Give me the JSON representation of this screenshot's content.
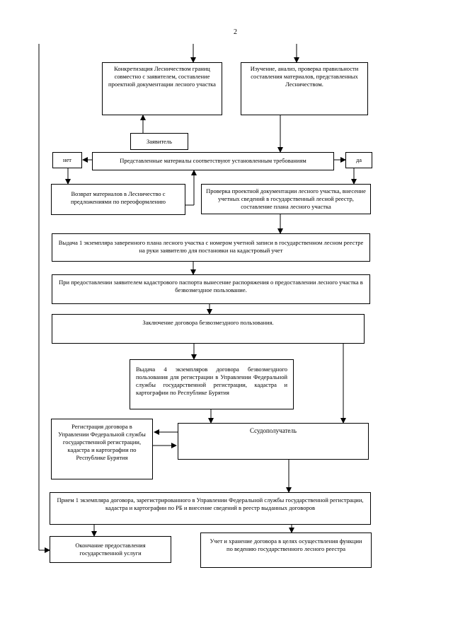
{
  "page_number": "2",
  "boxes": {
    "concretize": "Конкретизация Лесничеством границ совместно с заявителем, составление проектной документации лесного участка",
    "study": "Изучение, анализ, проверка правильности составления материалов, представленных Лесничеством.",
    "applicant": "Заявитель",
    "no": "нет",
    "condition": "Представленные материалы соответствуют установленным требованиям",
    "yes": "да",
    "return": "Возврат материалов в Лесничество с предложениями по переоформлению",
    "verify": "Проверка проектной документации лесного участка, внесение учетных сведений в государственный лесной реестр, составление плана лесного участка",
    "issue_plan": "Выдача 1 экземпляра заверенного плана лесного участка с номером учетной записи в государственном лесном реестре на руки заявителю для постановки на кадастровый учет",
    "order": "При предоставлении заявителем кадастрового паспорта вынесение распоряжения о предоставлении лесного участка в безвозмездное пользование.",
    "contract": "Заключение договора безвозмездного пользования.",
    "issue4": "Выдача 4 экземпляров договора безвозмездного пользования для регистрации в Управлении Федеральной службы государственной регистрации, кадастра и картографии по Республике Бурятия",
    "borrower": "Ссудополучатель",
    "registration": "Регистрация договора в Управлении Федеральной службы государственной регистрации, кадастра и картографии по Республике Бурятия",
    "receive": "Прием 1 экземпляра договора, зарегистрированного в Управлении Федеральной службы государственной регистрации, кадастра и картографии по РБ и внесение сведений в реестр выданных договоров",
    "end": "Окончание предоставления государственной услуги",
    "storage": "Учет и хранение договора в целях осуществления функции по ведению государственного лесного реестра"
  }
}
